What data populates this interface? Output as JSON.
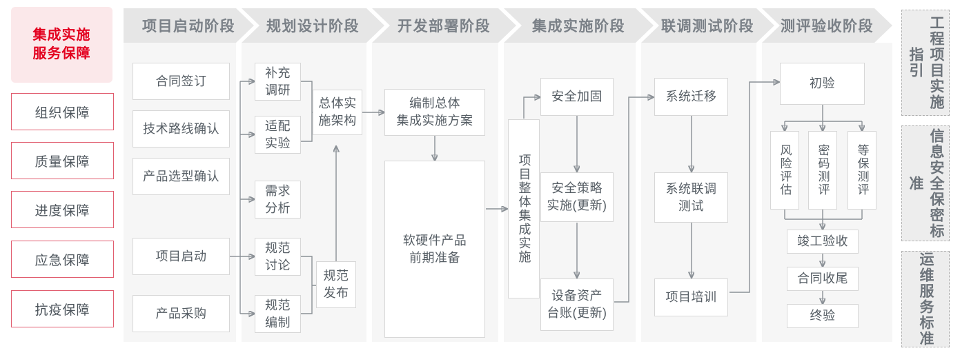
{
  "left_rail": {
    "title": "集成实施\n服务保障",
    "title_line1": "集成实施",
    "title_line2": "服务保障",
    "items": [
      {
        "label": "组织保障"
      },
      {
        "label": "质量保障"
      },
      {
        "label": "进度保障"
      },
      {
        "label": "应急保障"
      },
      {
        "label": "抗疫保障"
      }
    ],
    "accent_bg": "#FBE8EA",
    "accent_text": "#E3001F",
    "item_border": "#E15C6E"
  },
  "stages": [
    {
      "id": "start",
      "title": "项目启动阶段"
    },
    {
      "id": "plan",
      "title": "规划设计阶段"
    },
    {
      "id": "deploy",
      "title": "开发部署阶段"
    },
    {
      "id": "integ",
      "title": "集成实施阶段"
    },
    {
      "id": "joint",
      "title": "联调测试阶段"
    },
    {
      "id": "accept",
      "title": "测评验收阶段"
    }
  ],
  "nodes": {
    "start": [
      {
        "label": "合同签订"
      },
      {
        "label": "技术路线确认"
      },
      {
        "label": "产品选型确认"
      },
      {
        "label": "项目启动"
      },
      {
        "label": "产品采购"
      }
    ],
    "plan": [
      {
        "label": "补充\n调研",
        "l1": "补充",
        "l2": "调研"
      },
      {
        "label": "适配\n实验",
        "l1": "适配",
        "l2": "实验"
      },
      {
        "label": "需求\n分析",
        "l1": "需求",
        "l2": "分析"
      },
      {
        "label": "规范\n讨论",
        "l1": "规范",
        "l2": "讨论"
      },
      {
        "label": "规范\n编制",
        "l1": "规范",
        "l2": "编制"
      },
      {
        "label": "总体实\n施架构",
        "l1": "总体实",
        "l2": "施架构"
      },
      {
        "label": "规范\n发布",
        "l1": "规范",
        "l2": "发布"
      }
    ],
    "deploy": [
      {
        "label": "编制总体\n集成实施方案",
        "l1": "编制总体",
        "l2": "集成实施方案"
      },
      {
        "label": "软硬件产品\n前期准备",
        "l1": "软硬件产品",
        "l2": "前期准备"
      }
    ],
    "integ": [
      {
        "label": "项目整体集成实施"
      },
      {
        "label": "安全加固"
      },
      {
        "label": "安全策略\n实施(更新)",
        "l1": "安全策略",
        "l2": "实施(更新)"
      },
      {
        "label": "设备资产\n台账(更新)",
        "l1": "设备资产",
        "l2": "台账(更新)"
      }
    ],
    "joint": [
      {
        "label": "系统迁移"
      },
      {
        "label": "系统联调\n测试",
        "l1": "系统联调",
        "l2": "测试"
      },
      {
        "label": "项目培训"
      }
    ],
    "accept": [
      {
        "label": "初验"
      },
      {
        "label": "风险评估"
      },
      {
        "label": "密码测评"
      },
      {
        "label": "等保测评"
      },
      {
        "label": "竣工验收"
      },
      {
        "label": "合同收尾"
      },
      {
        "label": "终验"
      }
    ]
  },
  "right_rail": {
    "items": [
      {
        "label": "工程项目实施指引",
        "col_right": "程目施引",
        "col_left": "工项实指"
      },
      {
        "label": "信息安全保密标准",
        "col_right": "息全密准",
        "col_left": "信安保标"
      },
      {
        "label": "运维服务标准",
        "col_right": "维务准",
        "col_left": "运服标"
      }
    ]
  }
}
